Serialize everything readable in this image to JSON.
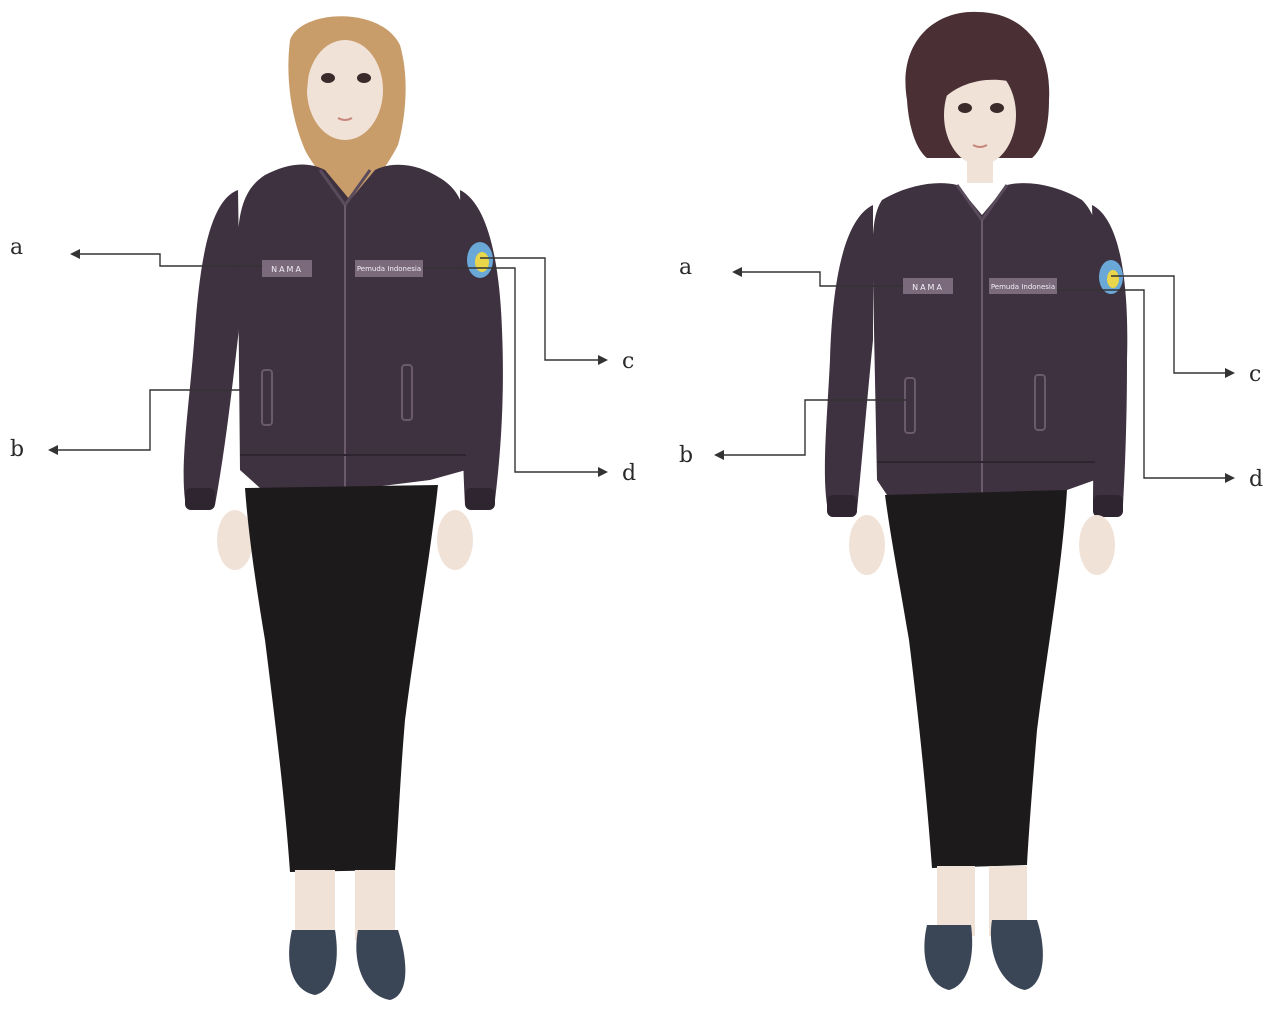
{
  "figures": [
    {
      "id": "left",
      "name_tag": "NAMA",
      "chest_tag": "Pemuda Indonesia",
      "callouts": {
        "a": "a",
        "b": "b",
        "c": "c",
        "d": "d"
      }
    },
    {
      "id": "right",
      "name_tag": "NAMA",
      "chest_tag": "Pemuda Indonesia",
      "callouts": {
        "a": "a",
        "b": "b",
        "c": "c",
        "d": "d"
      }
    }
  ],
  "colors": {
    "jacket": "#3e3140",
    "jacket_shade": "#2f2531",
    "skirt": "#1d1a1c",
    "shoes": "#3a4556",
    "skin": "#f1e2d8",
    "hijab": "#c99d6a",
    "hair": "#4a3035",
    "tag": "#7a6a7c",
    "badge_blue": "#6aa8d8",
    "badge_yellow": "#e9d64a",
    "line": "#333333"
  }
}
